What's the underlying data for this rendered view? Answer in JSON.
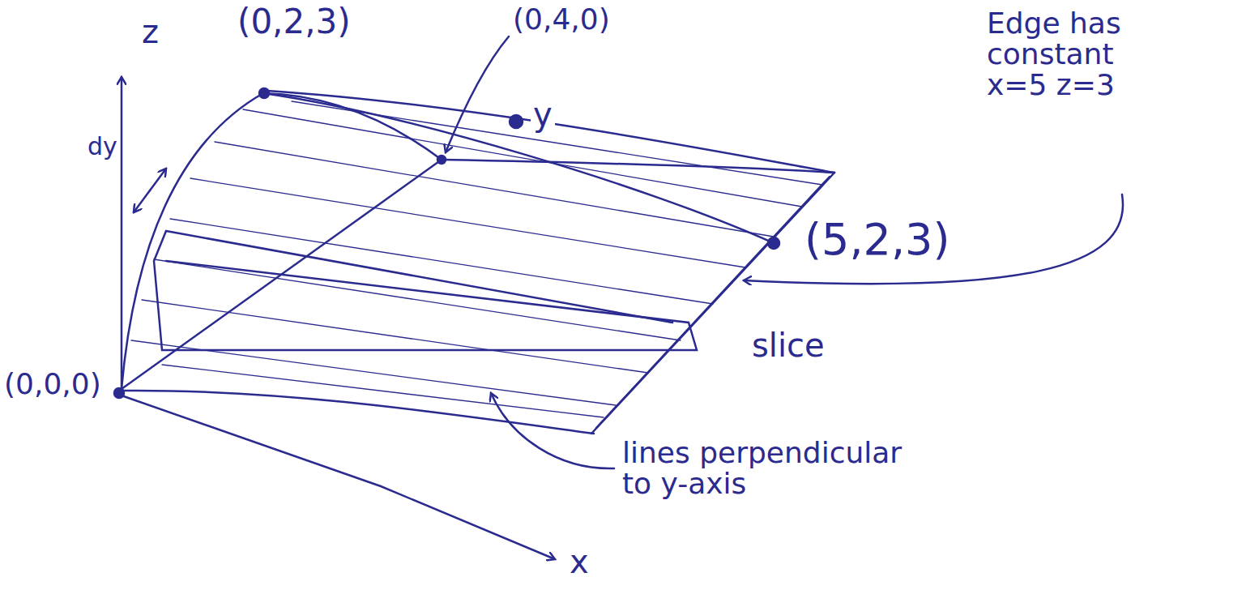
{
  "diagram": {
    "labels": [
      "z",
      "(0,2,3)",
      "(0,4,0)",
      "y",
      "dy",
      "(0,0,0)",
      "x",
      "(5,2,3)",
      "Edge has constant x=5 z=3",
      "slice",
      "lines perpendicular to y-axis"
    ]
  }
}
